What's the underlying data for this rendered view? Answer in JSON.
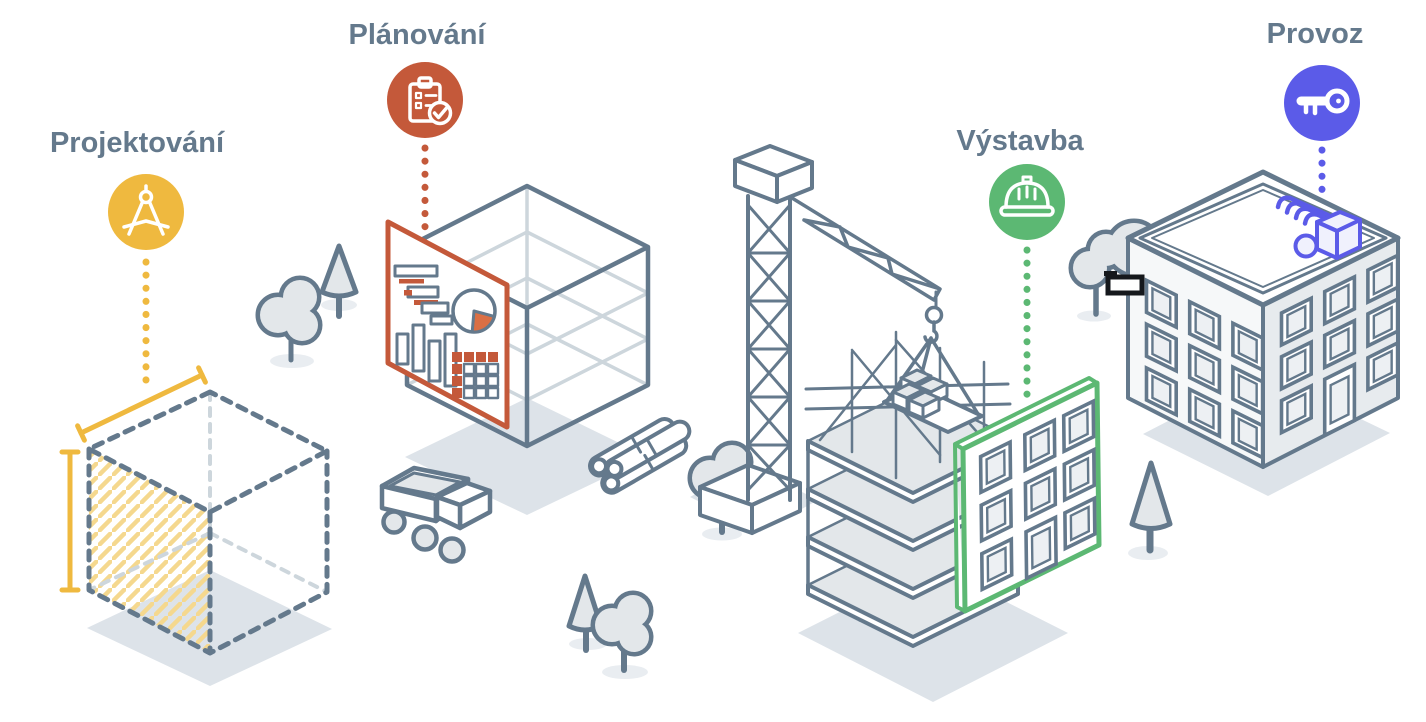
{
  "diagram": {
    "type": "building-lifecycle-phases",
    "phases": [
      {
        "label": "Projektování",
        "accent_color": "#EFB93F",
        "icon": "drafting-compass-icon",
        "illustration": "dashed-blueprint-cube"
      },
      {
        "label": "Plánování",
        "accent_color": "#C4593A",
        "icon": "clipboard-check-icon",
        "illustration": "planning-dashboard-cube"
      },
      {
        "label": "Výstavba",
        "accent_color": "#5CB873",
        "icon": "hard-hat-icon",
        "illustration": "tower-crane-construction-site"
      },
      {
        "label": "Provoz",
        "accent_color": "#5B5BE8",
        "icon": "key-icon",
        "illustration": "finished-building-with-rooftop-unit"
      }
    ],
    "palette": {
      "ink": "#64798C",
      "light_fill": "#E3E7EA",
      "lighter_line": "#CDD6DC",
      "ground_shadow": "#DDE3E9",
      "hatch_yellow": "#F5D88E",
      "pie_orange": "#DB6F44"
    }
  }
}
